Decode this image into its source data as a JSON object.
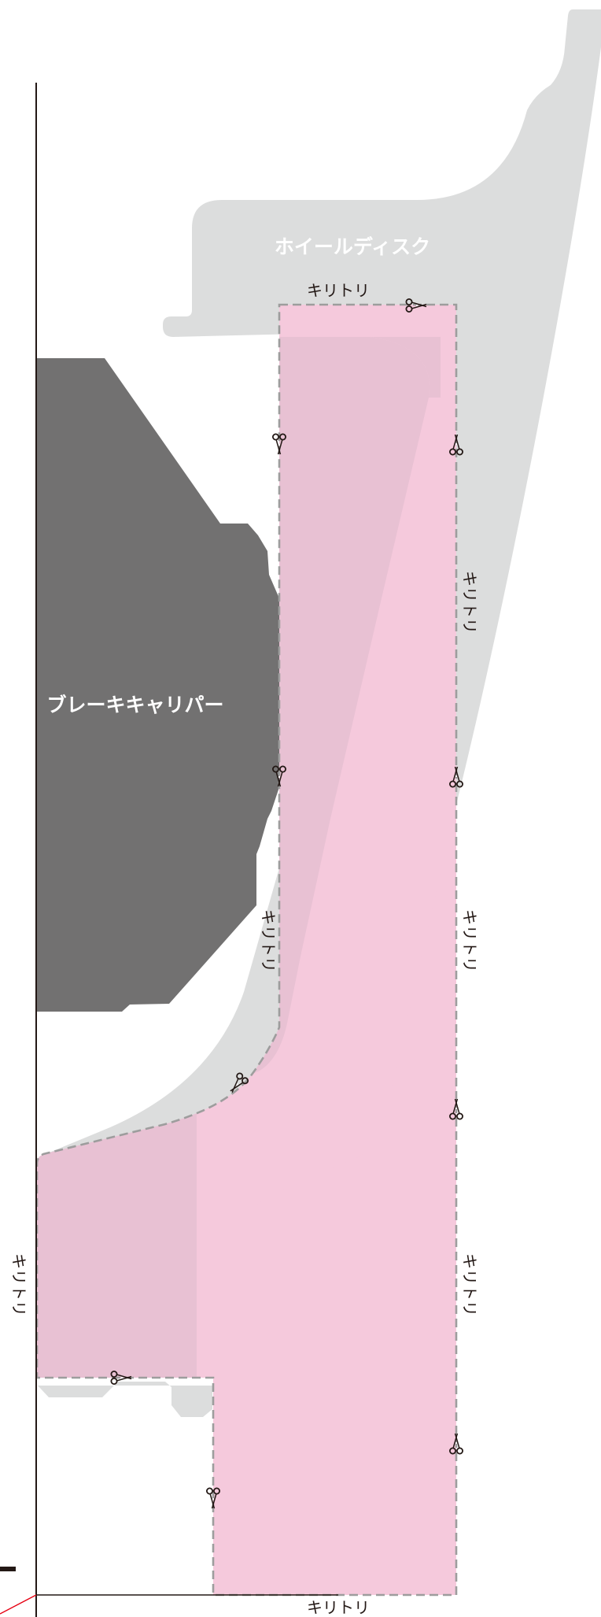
{
  "labels": {
    "wheel_disc": "ホイールディスク",
    "brake_caliper": "ブレーキキャリパー",
    "cut_line": "キリトリ"
  },
  "icons": {
    "cut_marker": "scissors-icon"
  },
  "colors": {
    "wheel_disc": "#dcdddd",
    "brake_caliper": "#727171",
    "template_fill": "#f5c9dc",
    "template_overlap": "#e8c1d3",
    "cut_line": "#9d9d9d",
    "axis_line": "#231815",
    "accent_red": "#e60012"
  }
}
